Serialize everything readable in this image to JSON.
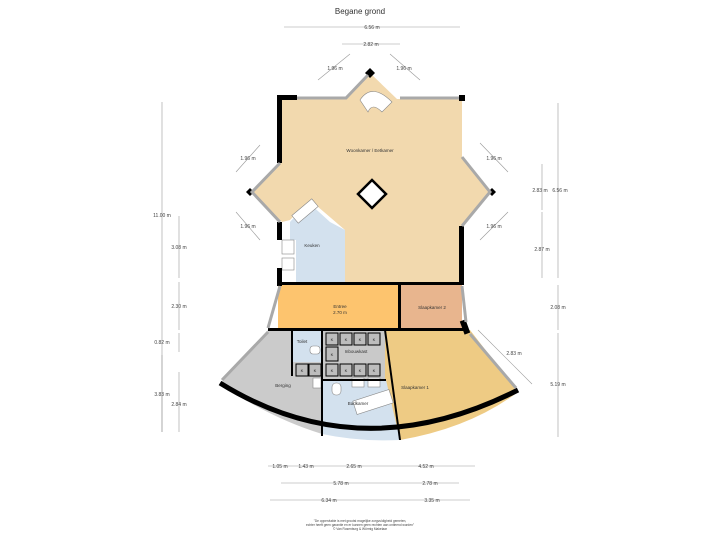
{
  "title": "Begane grond",
  "rooms": {
    "woonkamer": "Woonkamer / Eetkamer",
    "keuken": "Keuken",
    "entree": "Entree",
    "entree_height": "2.70 m",
    "slaapkamer2": "Slaapkamer 2",
    "slaapkamer1": "Slaapkamer 1",
    "toilet": "Toilet",
    "inbouwkast": "Inbouwkast",
    "berging": "Berging",
    "badkamer": "Badkamer",
    "kast_mark": "K"
  },
  "colors": {
    "woonkamer": "#f2d9ae",
    "keuken": "#d3e1ee",
    "entree": "#fdc46e",
    "slaapkamer2": "#e8b58e",
    "slaapkamer1": "#eecb84",
    "berging": "#cbcbcb",
    "badkamer": "#d3e1ee",
    "inbouwkast": "#c9c9c9"
  },
  "dimensions": {
    "top_total": "6.56 m",
    "top_diamond": "2.82 m",
    "top_left_diag": "1.96 m",
    "top_right_diag": "1.96 m",
    "left_upper_diag": "1.96 m",
    "left_lower_diag": "1.96 m",
    "right_upper_diag": "1.96 m",
    "right_lower_diag": "1.96 m",
    "right_bottom_diag": "2.83 m",
    "left_total": "11.00 m",
    "left_1": "3.08 m",
    "left_2": "2.30 m",
    "left_3": "0.82 m",
    "left_4": "3.83 m",
    "left_5": "2.84 m",
    "right_total_upper": "6.56 m",
    "right_1": "2.83 m",
    "right_2": "2.87 m",
    "right_3": "2.08 m",
    "right_4": "5.19 m",
    "bottom_row1": [
      "1.05 m",
      "1.43 m",
      "2.65 m",
      "4.52 m"
    ],
    "bottom_row2": [
      "5.78 m",
      "2.78 m"
    ],
    "bottom_row3": [
      "6.34 m",
      "3.35 m"
    ]
  },
  "footer": {
    "line1": "\"De oppervlakte is met grootst mogelijke zorgvuldigheid gemeten,",
    "line2": "echter heeft geen garantie en er kunnen geen rechten aan ontleend worden\"",
    "line3": "© Van Rosenburg & Wörmig Makelaar"
  }
}
